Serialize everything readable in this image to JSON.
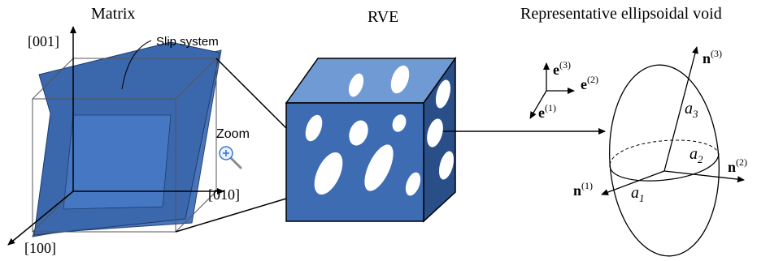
{
  "titles": {
    "matrix": "Matrix",
    "rve": "RVE",
    "void": "Representative ellipsoidal void"
  },
  "labels": {
    "axis_001": "[001]",
    "axis_010": "[010]",
    "axis_100": "[100]",
    "slip_system": "Slip system",
    "zoom": "Zoom",
    "e_letter": "e",
    "e1_sup": "(1)",
    "e2_sup": "(2)",
    "e3_sup": "(3)",
    "n_letter": "n",
    "n1_sup": "(1)",
    "n2_sup": "(2)",
    "n3_sup": "(3)",
    "a_letter": "a",
    "a1_sub": "1",
    "a2_sub": "2",
    "a3_sub": "3"
  },
  "colors": {
    "slip_plane": "#3f6fb6",
    "rve_front": "#3d6cb3",
    "rve_top": "#6f9ad3",
    "rve_side": "#2a4f88",
    "void_fill": "#ffffff",
    "stroke": "#000000"
  },
  "icons": {
    "zoom": "magnifier-plus-icon"
  }
}
